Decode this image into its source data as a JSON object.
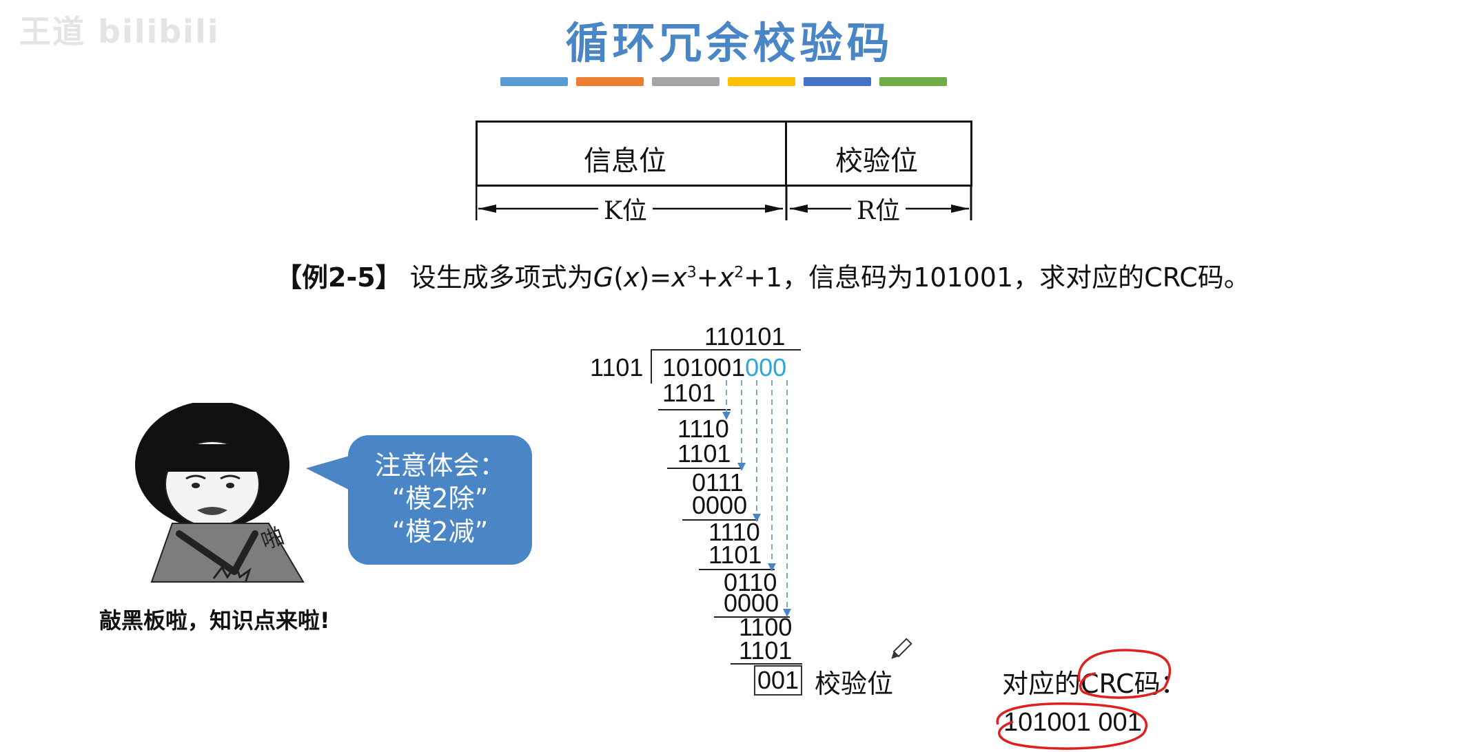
{
  "watermark": "王道 bilibili",
  "title": "循环冗余校验码",
  "color_bars": [
    "#5b9bd5",
    "#ed7d31",
    "#a5a5a5",
    "#ffc000",
    "#4472c4",
    "#70ad47"
  ],
  "layout_table": {
    "info_label": "信息位",
    "check_label": "校验位",
    "k_label": "K位",
    "r_label": "R位"
  },
  "example": {
    "tag": "【例2-5】",
    "text_before": "设生成多项式为",
    "poly_G": "G",
    "poly_x": "x",
    "poly_eq": ")=",
    "poly_x3": "x",
    "sup3": "3",
    "poly_plus": "+",
    "poly_x2": "x",
    "sup2": "2",
    "poly_plus1": "+1",
    "text_after": "，信息码为101001，求对应的CRC码。"
  },
  "division": {
    "quotient": "110101",
    "divisor": "1101",
    "dividend": "101001",
    "appended": "000",
    "steps": [
      "1101",
      "1110",
      "1101",
      "0111",
      "0000",
      "1110",
      "1101",
      "0110",
      "0000",
      "1100",
      "1101"
    ],
    "remainder": "001"
  },
  "meme": {
    "bubble_line1": "注意体会：",
    "bubble_line2": "“模2除”",
    "bubble_line3": "“模2减”",
    "caption": "敲黑板啦，知识点来啦!",
    "sound": "啪"
  },
  "result": {
    "check_label": "校验位",
    "crc_label": "对应的CRC码：",
    "crc_value": "101001 001"
  },
  "annotation_color": "#e02020"
}
